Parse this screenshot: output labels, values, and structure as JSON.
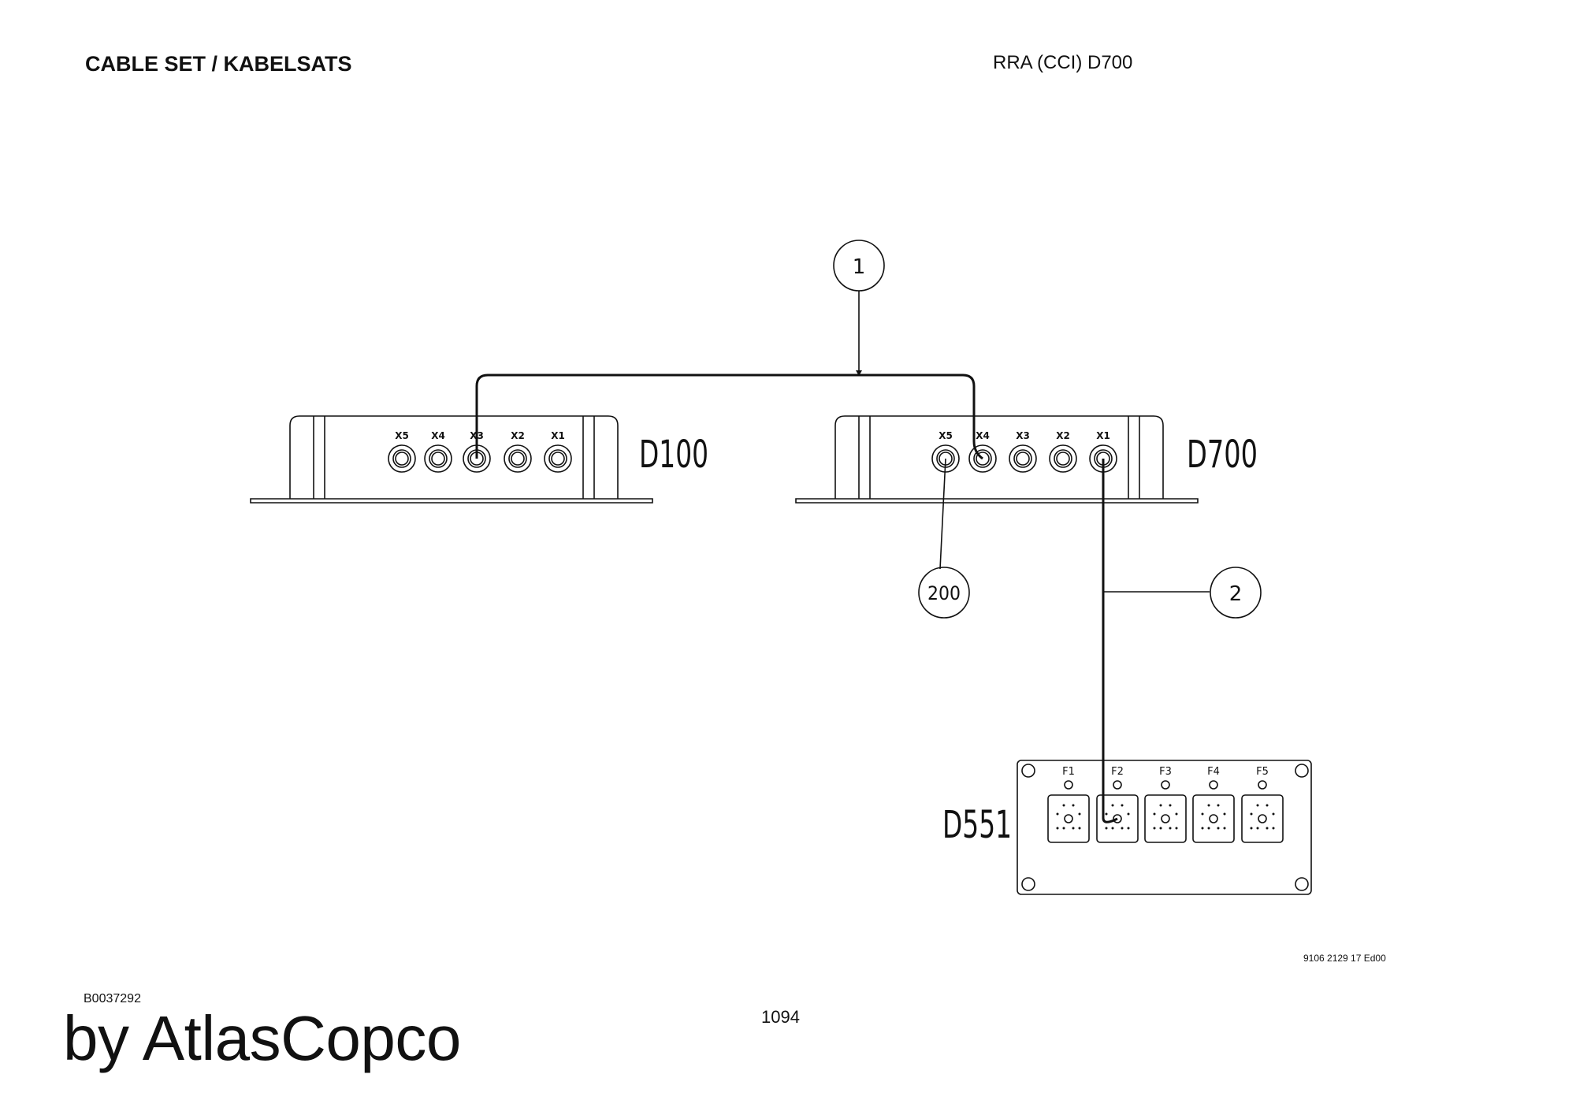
{
  "header": {
    "title": "CABLE SET / KABELSATS",
    "reference": "RRA (CCI) D700"
  },
  "diagram": {
    "units": [
      {
        "id": "D100",
        "ports": [
          "X5",
          "X4",
          "X3",
          "X2",
          "X1"
        ]
      },
      {
        "id": "D700",
        "ports": [
          "X5",
          "X4",
          "X3",
          "X2",
          "X1"
        ]
      },
      {
        "id": "D551",
        "ports": [
          "F1",
          "F2",
          "F3",
          "F4",
          "F5"
        ]
      }
    ],
    "callouts": [
      "1",
      "200",
      "2"
    ],
    "connections": [
      {
        "callout": "1",
        "from": "D100.X3",
        "to": "D700.X4"
      },
      {
        "callout": "2",
        "from": "D700.X1",
        "to": "D551.F2"
      },
      {
        "callout": "200",
        "from": "D700.X5",
        "to": ""
      }
    ]
  },
  "footer": {
    "drawing_number": "9106 2129 17 Ed00",
    "document_code": "B0037292",
    "page_number": "1094",
    "brand": "by AtlasCopco"
  },
  "colors": {
    "line": "#111111",
    "background": "#ffffff"
  }
}
